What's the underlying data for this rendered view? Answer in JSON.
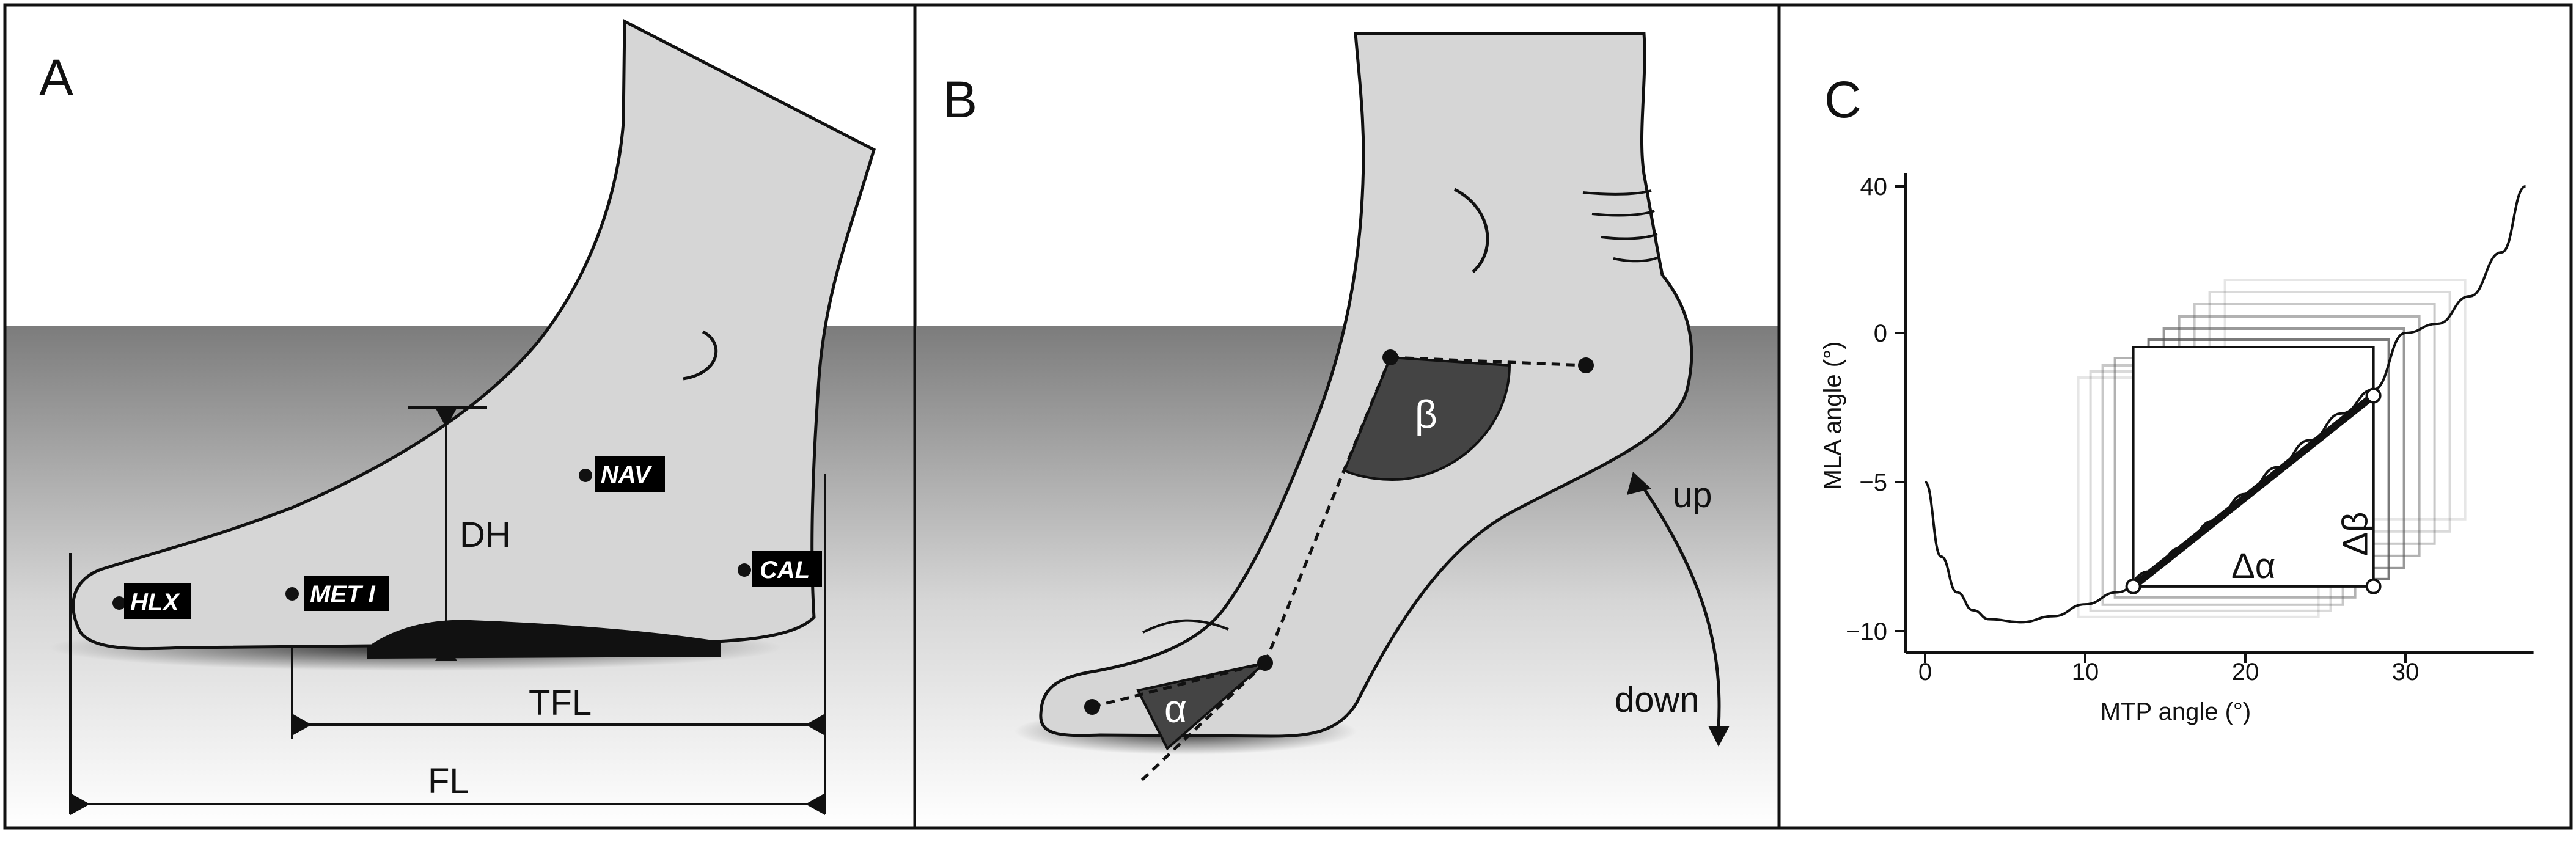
{
  "panels": {
    "a": {
      "letter": "A",
      "landmarks": [
        "HLX",
        "MET I",
        "NAV",
        "CAL"
      ],
      "dimensions": {
        "dh": "DH",
        "tfl": "TFL",
        "fl": "FL"
      }
    },
    "b": {
      "letter": "B",
      "angles": {
        "alpha": "α",
        "beta": "β"
      },
      "motion": {
        "up": "up",
        "down": "down"
      }
    },
    "c": {
      "letter": "C",
      "delta_alpha": "Δα",
      "delta_beta": "Δβ"
    }
  },
  "chart_data": {
    "type": "line",
    "xlabel": "MTP angle (°)",
    "ylabel": "MLA angle (°)",
    "xlim": [
      0,
      38
    ],
    "ylim": [
      -10,
      45
    ],
    "xticks": [
      0,
      10,
      20,
      30
    ],
    "yticks": [
      -10,
      -5,
      0,
      40
    ],
    "series": [
      {
        "x": [
          0,
          1,
          2,
          3,
          4,
          6,
          8,
          10,
          12,
          14,
          16,
          18,
          20,
          22,
          24,
          26,
          28,
          30,
          32,
          34,
          36,
          37.5
        ],
        "values": [
          -5,
          -7.5,
          -8.7,
          -9.3,
          -9.6,
          -9.7,
          -9.5,
          -9.1,
          -8.7,
          -8.0,
          -7.2,
          -6.3,
          -5.4,
          -4.5,
          -3.6,
          -2.7,
          -1.9,
          0,
          2.5,
          10,
          22,
          40
        ]
      }
    ],
    "highlight": {
      "x": [
        13,
        28
      ],
      "y": [
        -8.5,
        -2.1
      ]
    }
  }
}
